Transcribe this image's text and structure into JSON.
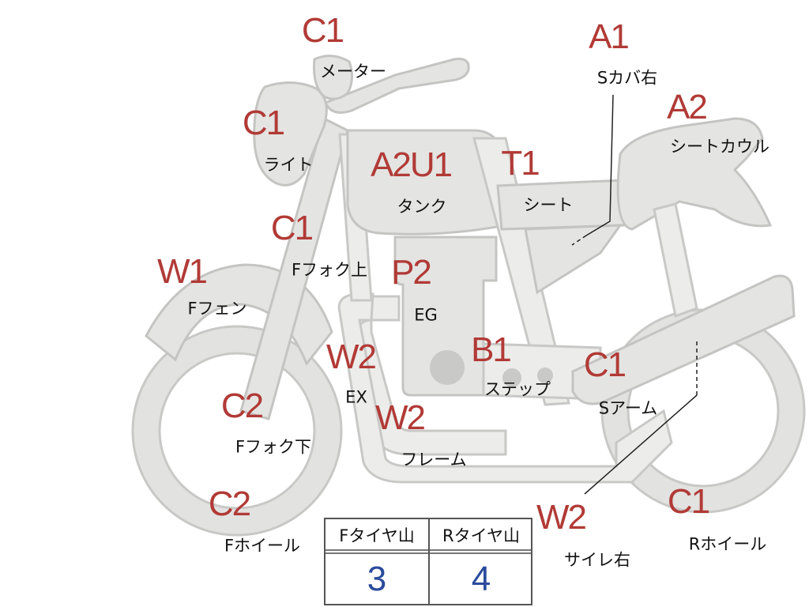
{
  "parts": [
    {
      "code": "C1",
      "label": "メーター"
    },
    {
      "code": "C1",
      "label": "ライト"
    },
    {
      "code": "C1",
      "label": "Fフォク上"
    },
    {
      "code": "W1",
      "label": "Fフェン"
    },
    {
      "code": "C2",
      "label": "Fフォク下"
    },
    {
      "code": "C2",
      "label": "Fホイール"
    },
    {
      "code": "A2",
      "label": ""
    },
    {
      "code": "U1",
      "label": "タンク"
    },
    {
      "code": "P2",
      "label": "EG"
    },
    {
      "code": "W2",
      "label": "EX"
    },
    {
      "code": "W2",
      "label": "フレーム"
    },
    {
      "code": "B1",
      "label": "ステップ"
    },
    {
      "code": "T1",
      "label": "シート"
    },
    {
      "code": "A1",
      "label": "Sカバ右"
    },
    {
      "code": "A2",
      "label": "シートカウル"
    },
    {
      "code": "C1",
      "label": "Sアーム"
    },
    {
      "code": "W2",
      "label": "サイレ右"
    },
    {
      "code": "C1",
      "label": "Rホイール"
    }
  ],
  "tread_table": {
    "headers": [
      "Fタイヤ山",
      "Rタイヤ山"
    ],
    "values": [
      "3",
      "4"
    ]
  },
  "colors": {
    "code_text": "#b13a36",
    "table_value": "#2a4b9c",
    "part_fill": "#e4e4e2",
    "part_outline": "#c4c4c2"
  }
}
